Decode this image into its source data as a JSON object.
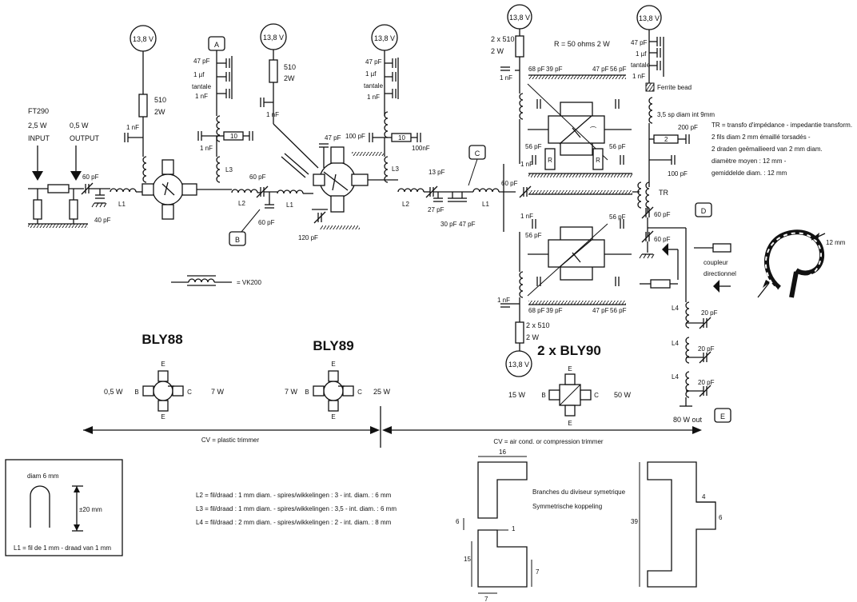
{
  "supply": "13,8 V",
  "tags": {
    "A": "A",
    "B": "B",
    "C": "C",
    "D": "D",
    "E": "E"
  },
  "input": {
    "name": "FT290",
    "power": "2,5 W",
    "label": "INPUT"
  },
  "output_tap": {
    "power": "0,5 W",
    "label": "OUTPUT"
  },
  "stage1": {
    "r": "510",
    "rw": "2W",
    "c_in": "60 pF",
    "c_tr": "40 pF",
    "l1": "L1",
    "c_bias": "1 nF",
    "decoup": [
      "47 pF",
      "1 µf",
      "tantale",
      "1 nF"
    ],
    "r10": "10",
    "c_nf": "1 nF",
    "l3": "L3",
    "c_out1": "60 pF",
    "c_out2": "60 pF",
    "l2": "L2"
  },
  "stage2": {
    "r": "510",
    "rw": "2W",
    "c_bias": "1 nF",
    "c_top": "47 pF",
    "c_bot": "120 pF",
    "l1": "L1",
    "decoup": [
      "47 pF",
      "1 µf",
      "tantale",
      "1 nF"
    ],
    "c100": "100 pF",
    "r10": "10",
    "c100n": "100nF",
    "l3": "L3",
    "l2": "L2",
    "c13": "13 pF",
    "c27": "27 pF",
    "c30": "30 pF",
    "c47": "47 pF",
    "l1b": "L1",
    "c60": "60 pF"
  },
  "stage3": {
    "r_top": "2 x 510",
    "rw_top": "2 W",
    "r_bot": "2 x 510",
    "rw_bot": "2 W",
    "r_note": "R = 50 ohms 2 W",
    "c_list_top": [
      "68 pF",
      "39 pF",
      "47 pF",
      "56 pF"
    ],
    "c_list_bot": [
      "68 pF",
      "39 pF",
      "47 pF",
      "56 pF"
    ],
    "c56": "56 pF",
    "c1n": "1 nF",
    "R": "R",
    "decoup": [
      "47 pF",
      "1 µf",
      "tantale",
      "1 nF"
    ],
    "ferrite": "Ferrite bead",
    "coil": "3,5 sp diam int 9mm",
    "c200": "200 pF",
    "r2": "2",
    "c100": "100 pF",
    "tr": "TR",
    "c60a": "60 pF",
    "c60b": "60 pF",
    "c60": "60 pF"
  },
  "tr_note": [
    "TR = transfo d'impédance - impedantie transform.",
    "2 fils diam 2 mm émaillé torsadés -",
    "2 draden geëmailieerd van 2 mm  diam.",
    "diamètre moyen : 12 mm -",
    "gemiddelde diam. : 12 mm"
  ],
  "coupler": [
    "coupleur",
    "directionnel"
  ],
  "output_filter": {
    "l4": "L4",
    "c20": "20 pF",
    "out": "80 W out"
  },
  "coil_pic": {
    "dim": "12 mm"
  },
  "vk200": "= VK200",
  "transistors": [
    {
      "name": "BLY88",
      "pin_in": "0,5 W",
      "pin_out": "7 W"
    },
    {
      "name": "BLY89",
      "pin_in": "7 W",
      "pin_out": "25 W"
    },
    {
      "name": "2 x BLY90",
      "pin_in": "15 W",
      "pin_out": "50 W"
    }
  ],
  "pins": {
    "b": "B",
    "c": "C",
    "e": "E"
  },
  "cv": {
    "left": "CV = plastic trimmer",
    "right": "CV = air cond. or compression trimmer"
  },
  "coils": [
    "L2 = fil/draad : 1 mm diam. - spires/wikkelingen : 3 - int. diam. : 6 mm",
    "L3 = fil/draad : 1 mm diam. - spires/wikkelingen : 3,5 - int. diam. : 6 mm",
    "L4 = fil/draad : 2 mm diam. - spires/wikkelingen : 2 - int. diam. : 8 mm"
  ],
  "l1_box": {
    "diam": "diam 6 mm",
    "len": "±20 mm",
    "note": "L1 = fil de 1 mm - draad van 1 mm"
  },
  "branches": [
    "Branches du diviseur symetrique",
    "Symmetrische koppeling"
  ],
  "dims": {
    "d16": "16",
    "d6": "6",
    "d1": "1",
    "d15": "15",
    "d7a": "7",
    "d7b": "7",
    "d39": "39",
    "d4": "4",
    "d6b": "6"
  }
}
